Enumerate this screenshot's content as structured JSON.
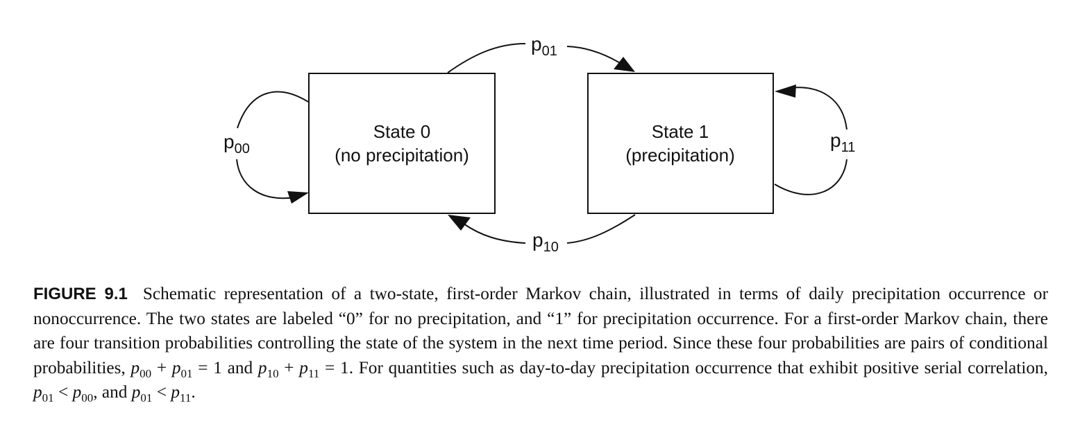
{
  "diagram": {
    "states": [
      {
        "name": "State 0",
        "desc": "(no precipitation)"
      },
      {
        "name": "State 1",
        "desc": "(precipitation)"
      }
    ],
    "transitions": {
      "p00": {
        "base": "p",
        "sub": "00"
      },
      "p01": {
        "base": "p",
        "sub": "01"
      },
      "p10": {
        "base": "p",
        "sub": "10"
      },
      "p11": {
        "base": "p",
        "sub": "11"
      }
    }
  },
  "caption": {
    "label": "FIGURE 9.1",
    "text_1": "Schematic representation of a two-state, first-order Markov chain, illustrated in terms of daily precipitation occurrence or nonoccurrence. The two states are labeled “0” for no precipitation, and “1” for precipitation occurrence. For a first-order Markov chain, there are four transition probabilities controlling the state of the system in the next time period. Since these four probabilities are pairs of conditional probabilities, ",
    "eq_1": {
      "p": "p",
      "s1": "00",
      "plus": " + ",
      "s2": "01",
      "eq": " = 1"
    },
    "and_1": " and ",
    "eq_2": {
      "p": "p",
      "s1": "10",
      "plus": " + ",
      "s2": "11",
      "eq": " = 1"
    },
    "text_2": ". For quantities such as day-to-day precipitation occurrence that exhibit positive serial correlation, ",
    "ineq_1": {
      "p": "p",
      "s1": "01",
      "lt": " < ",
      "s2": "00"
    },
    "and_2": ", and ",
    "ineq_2": {
      "p": "p",
      "s1": "01",
      "lt": " < ",
      "s2": "11"
    },
    "end": "."
  }
}
